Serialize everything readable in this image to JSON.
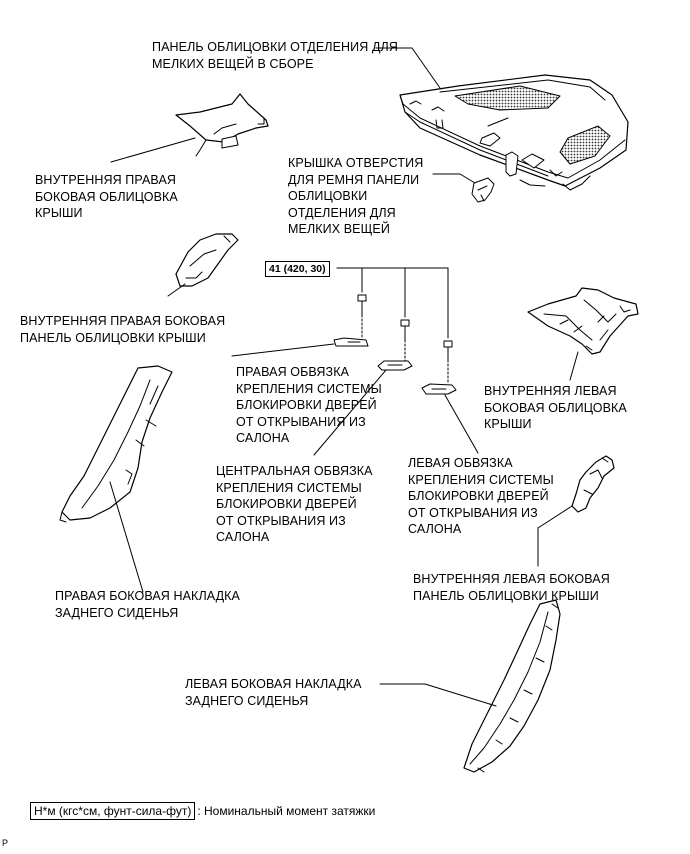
{
  "labels": {
    "package_tray": "ПАНЕЛЬ ОБЛИЦОВКИ ОТДЕЛЕНИЯ ДЛЯ\nМЕЛКИХ ВЕЩЕЙ В СБОРЕ",
    "rh_roof_side_garnish": "ВНУТРЕННЯЯ ПРАВАЯ\nБОКОВАЯ ОБЛИЦОВКА\nКРЫШИ",
    "belt_hole_cover": "КРЫШКА ОТВЕРСТИЯ\nДЛЯ РЕМНЯ ПАНЕЛИ\nОБЛИЦОВКИ\nОТДЕЛЕНИЯ ДЛЯ\nМЕЛКИХ ВЕЩЕЙ",
    "rh_roof_side_panel": "ВНУТРЕННЯЯ ПРАВАЯ БОКОВАЯ\nПАНЕЛЬ ОБЛИЦОВКИ КРЫШИ",
    "rh_lock_bracket": "ПРАВАЯ ОБВЯЗКА\nКРЕПЛЕНИЯ СИСТЕМЫ\nБЛОКИРОВКИ ДВЕРЕЙ\nОТ ОТКРЫВАНИЯ ИЗ\nСАЛОНА",
    "lh_roof_side_garnish": "ВНУТРЕННЯЯ ЛЕВАЯ\nБОКОВАЯ ОБЛИЦОВКА\nКРЫШИ",
    "center_lock_bracket": "ЦЕНТРАЛЬНАЯ ОБВЯЗКА\nКРЕПЛЕНИЯ СИСТЕМЫ\nБЛОКИРОВКИ ДВЕРЕЙ\nОТ ОТКРЫВАНИЯ ИЗ\nСАЛОНА",
    "lh_lock_bracket": "ЛЕВАЯ ОБВЯЗКА\nКРЕПЛЕНИЯ СИСТЕМЫ\nБЛОКИРОВКИ ДВЕРЕЙ\nОТ ОТКРЫВАНИЯ ИЗ\nСАЛОНА",
    "rh_seat_side_garnish": "ПРАВАЯ БОКОВАЯ НАКЛАДКА\nЗАДНЕГО СИДЕНЬЯ",
    "lh_roof_side_panel": "ВНУТРЕННЯЯ ЛЕВАЯ БОКОВАЯ\nПАНЕЛЬ ОБЛИЦОВКИ КРЫШИ",
    "lh_seat_side_garnish": "ЛЕВАЯ БОКОВАЯ НАКЛАДКА\nЗАДНЕГО СИДЕНЬЯ"
  },
  "torque": "41 (420, 30)",
  "legend": {
    "unit": "Н*м (кгс*см, фунт-сила-фут)",
    "text": ": Номинальный момент затяжки"
  },
  "ref_code": "P"
}
